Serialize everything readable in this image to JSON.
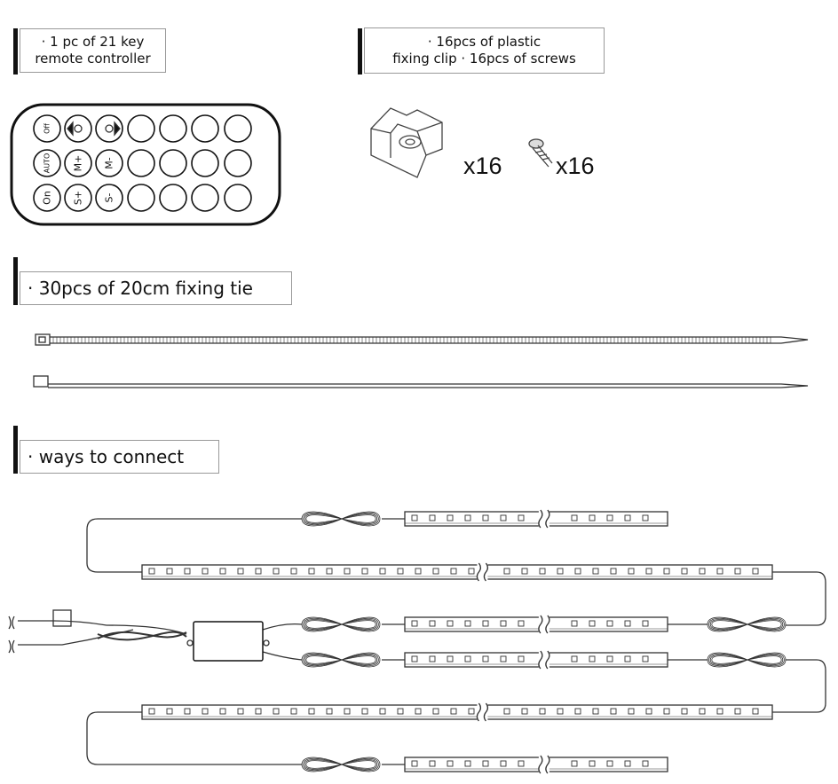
{
  "labels": {
    "remote_line1": "· 1 pc of 21 key",
    "remote_line2": "remote controller",
    "clip_line1": "· 16pcs of plastic",
    "clip_line2": "fixing clip   · 16pcs of screws",
    "tie": "· 30pcs of 20cm fixing tie",
    "connect": "· ways to connect"
  },
  "quantities": {
    "clip": "x16",
    "screw": "x16"
  },
  "remote": {
    "buttons": [
      [
        "Off",
        "bright-down",
        "bright-up",
        "",
        "",
        "",
        ""
      ],
      [
        "AUTO",
        "M+",
        "M-",
        "",
        "",
        "",
        ""
      ],
      [
        "On",
        "S+",
        "S-",
        "",
        "",
        "",
        ""
      ]
    ]
  },
  "colors": {
    "line": "#333333",
    "accent": "#111111"
  }
}
